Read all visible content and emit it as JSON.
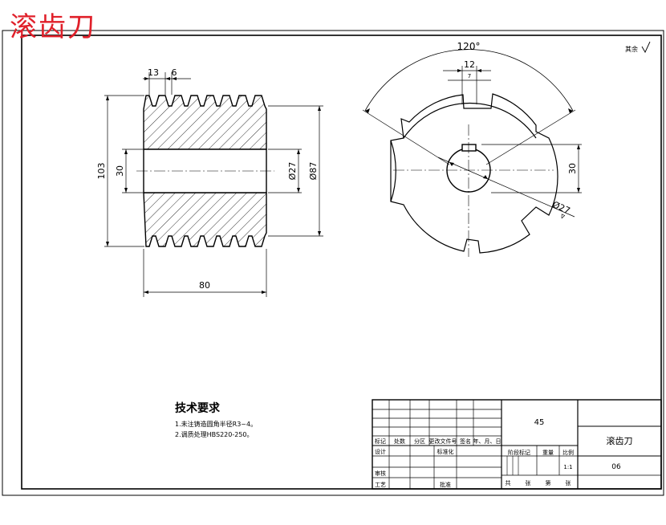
{
  "title": "滚齿刀",
  "roughness_note": "其余",
  "front_view": {
    "dims": {
      "pitch_a": "13",
      "pitch_b": "6",
      "outer_dia": "103",
      "bore_left": "30",
      "bore_dia": "Ø27",
      "root_dia": "Ø87",
      "length": "80"
    }
  },
  "side_view": {
    "dims": {
      "angle": "120°",
      "key_width": "12",
      "key_sub": "7",
      "key_height": "30",
      "bore_dia": "Ø27",
      "bore_sub": "∇"
    }
  },
  "tech_req": {
    "heading": "技术要求",
    "lines": [
      "1.未注铸造圆角半径R3~4。",
      "2.调质处理HBS220-250。"
    ]
  },
  "title_block": {
    "material": "45",
    "part_name": "滚齿刀",
    "drawing_no": "06",
    "scale_value": "1:1",
    "headers": [
      "标记",
      "处数",
      "分区",
      "更改文件号",
      "签名",
      "年、月、日"
    ],
    "row_labels": [
      "设计",
      "标准化",
      "审核",
      "工艺",
      "批准"
    ],
    "stage_labels": [
      "阶段标记",
      "重量",
      "比例"
    ],
    "sheet_labels": [
      "共",
      "张",
      "第",
      "张"
    ]
  }
}
